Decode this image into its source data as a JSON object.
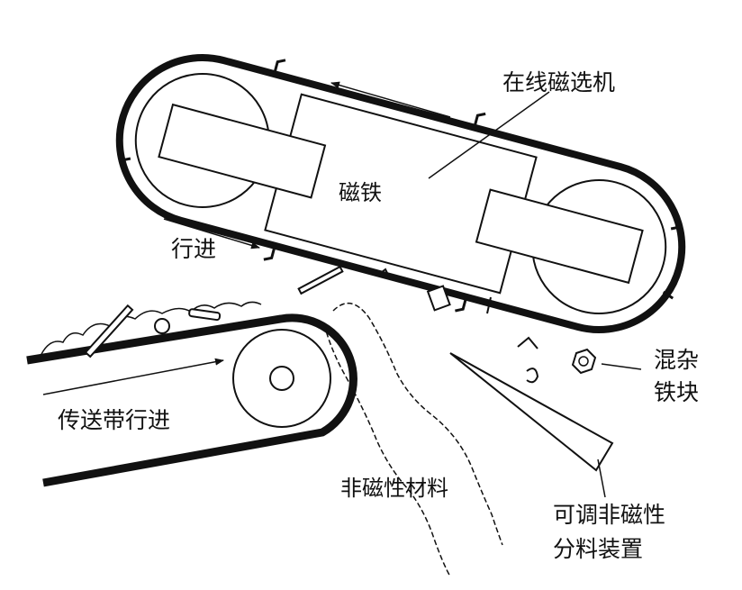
{
  "diagram": {
    "labels": {
      "separator": "在线磁选机",
      "magnet": "磁铁",
      "travel": "行进",
      "belt_travel": "传送带行进",
      "nonmagnetic_material": "非磁性材料",
      "tramp_iron_line1": "混杂",
      "tramp_iron_line2": "铁块",
      "splitter_line1": "可调非磁性",
      "splitter_line2": "分料装置"
    },
    "colors": {
      "ink": "#111111",
      "paper": "#ffffff"
    }
  }
}
